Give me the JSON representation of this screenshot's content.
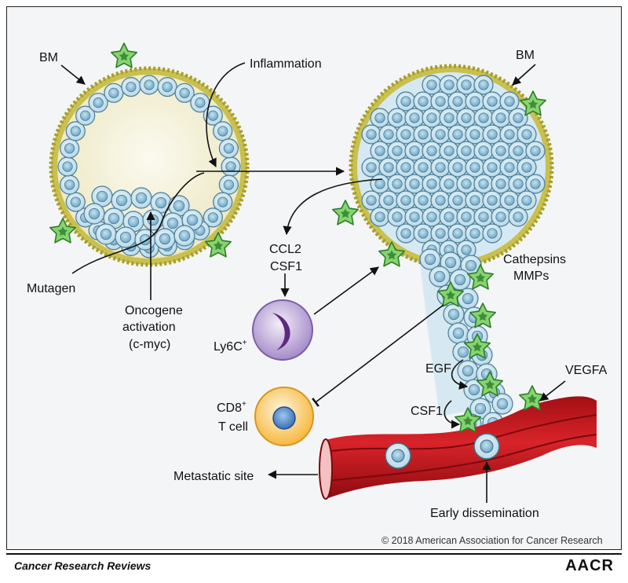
{
  "labels": {
    "bm_left": "BM",
    "bm_right": "BM",
    "inflammation": "Inflammation",
    "mutagen": "Mutagen",
    "oncogene_1": "Oncogene",
    "oncogene_2": "activation",
    "oncogene_3": "(c-myc)",
    "ccl2": "CCL2",
    "csf1_top": "CSF1",
    "ly6c": "Ly6C",
    "ly6c_sup": "+",
    "cathepsins": "Cathepsins",
    "mmps": "MMPs",
    "egf": "EGF",
    "csf1_bottom": "CSF1",
    "vegfa": "VEGFA",
    "cd8": "CD8",
    "cd8_sup": "+",
    "tcell": "T cell",
    "metastatic_site": "Metastatic site",
    "early_dissemination": "Early dissemination"
  },
  "copyright": "© 2018 American Association for Cancer Research",
  "footer": {
    "journal": "Cancer Research Reviews",
    "logo": "AACR"
  },
  "colors": {
    "membrane": "#c9c04f",
    "lumen": "#f2efcf",
    "epithelial_cell": "#c6e2ef",
    "epithelial_nucleus": "#7fb4d0",
    "macrophage": "#7fcf6b",
    "ly6c_cell": "#b9a4d6",
    "cd8_cell": "#f8c65a",
    "vessel": "#c4161c"
  },
  "icons": {
    "macrophage": "star-cell-icon",
    "monocyte": "crescent-nucleus-icon",
    "tcell": "round-nucleus-icon"
  }
}
